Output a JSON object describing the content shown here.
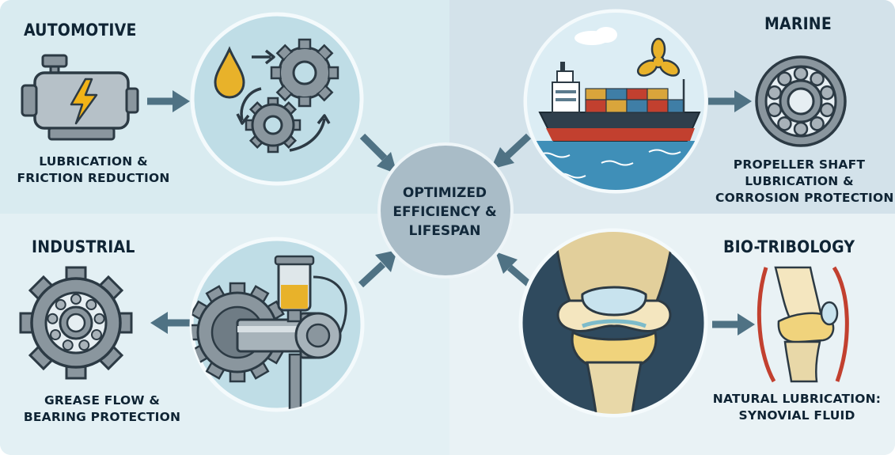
{
  "center": {
    "line1": "OPTIMIZED",
    "line2": "EFFICIENCY &",
    "line3": "LIFESPAN"
  },
  "automotive": {
    "title": "AUTOMOTIVE",
    "caption_line1": "LUBRICATION &",
    "caption_line2": "FRICTION REDUCTION"
  },
  "marine": {
    "title": "MARINE",
    "caption_line1": "PROPELLER SHAFT",
    "caption_line2": "LUBRICATION &",
    "caption_line3": "CORROSION PROTECTION"
  },
  "industrial": {
    "title": "INDUSTRIAL",
    "caption_line1": "GREASE FLOW &",
    "caption_line2": "BEARING PROTECTION"
  },
  "bio_tribology": {
    "title": "BIO-TRIBOLOGY",
    "caption_line1": "NATURAL LUBRICATION:",
    "caption_line2": "SYNOVIAL FLUID"
  },
  "colors": {
    "circle_fill": "#bfdde6",
    "circle_stroke": "#f4fafc",
    "center_fill": "#a9bcc7",
    "arrow": "#4f7284",
    "oil": "#e8b22a",
    "metal": "#8a969e"
  }
}
